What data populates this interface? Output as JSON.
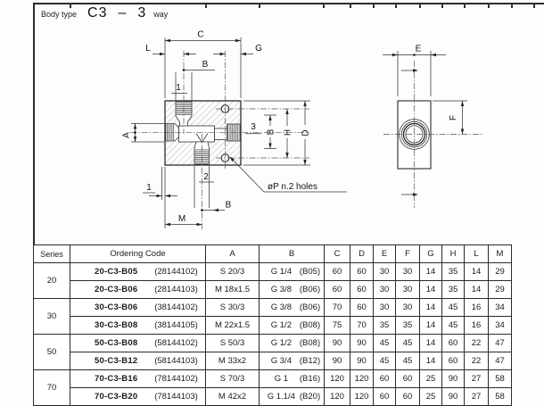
{
  "title": {
    "prefix": "Body type",
    "model": "C3",
    "dash": "–",
    "count": "3",
    "suffix": "way"
  },
  "drawing": {
    "dims": {
      "c": "C",
      "l": "L",
      "g": "G",
      "b_top": "B",
      "port1": "1",
      "a": "A",
      "port3": "3",
      "b_right": "B",
      "h": "H",
      "d": "D",
      "port2": "2",
      "offset1": "1",
      "b_bottom": "B",
      "m": "M",
      "e": "E",
      "f": "F"
    },
    "note": "øP n.2 holes"
  },
  "table": {
    "headers": [
      "Series",
      "Ordering Code",
      "A",
      "B",
      "C",
      "D",
      "E",
      "F",
      "G",
      "H",
      "L",
      "M"
    ],
    "groups": [
      {
        "series": "20",
        "rows": [
          {
            "code": "20-C3-B05",
            "num": "(28144102)",
            "a": "S 20/3",
            "b": "G 1/4",
            "b_code": "(B05)",
            "c": "60",
            "d": "60",
            "e": "30",
            "f": "30",
            "g": "14",
            "h": "35",
            "l": "14",
            "m": "29"
          },
          {
            "code": "20-C3-B06",
            "num": "(28144103)",
            "a": "M 18x1.5",
            "b": "G 3/8",
            "b_code": "(B06)",
            "c": "60",
            "d": "60",
            "e": "30",
            "f": "30",
            "g": "14",
            "h": "35",
            "l": "14",
            "m": "29"
          }
        ]
      },
      {
        "series": "30",
        "rows": [
          {
            "code": "30-C3-B06",
            "num": "(38144102)",
            "a": "S 30/3",
            "b": "G 3/8",
            "b_code": "(B06)",
            "c": "70",
            "d": "60",
            "e": "30",
            "f": "30",
            "g": "14",
            "h": "45",
            "l": "16",
            "m": "34"
          },
          {
            "code": "30-C3-B08",
            "num": "(38144105)",
            "a": "M 22x1.5",
            "b": "G 1/2",
            "b_code": "(B08)",
            "c": "75",
            "d": "70",
            "e": "35",
            "f": "35",
            "g": "14",
            "h": "45",
            "l": "16",
            "m": "34"
          }
        ]
      },
      {
        "series": "50",
        "rows": [
          {
            "code": "50-C3-B08",
            "num": "(58144102)",
            "a": "S 50/3",
            "b": "G 1/2",
            "b_code": "(B08)",
            "c": "90",
            "d": "90",
            "e": "45",
            "f": "45",
            "g": "14",
            "h": "60",
            "l": "22",
            "m": "47"
          },
          {
            "code": "50-C3-B12",
            "num": "(58144103)",
            "a": "M 33x2",
            "b": "G 3/4",
            "b_code": "(B12)",
            "c": "90",
            "d": "90",
            "e": "45",
            "f": "45",
            "g": "14",
            "h": "60",
            "l": "22",
            "m": "47"
          }
        ]
      },
      {
        "series": "70",
        "rows": [
          {
            "code": "70-C3-B16",
            "num": "(78144102)",
            "a": "S 70/3",
            "b": "G 1",
            "b_code": "(B16)",
            "c": "120",
            "d": "120",
            "e": "60",
            "f": "60",
            "g": "25",
            "h": "90",
            "l": "27",
            "m": "58"
          },
          {
            "code": "70-C3-B20",
            "num": "(78144103)",
            "a": "M 42x2",
            "b": "G 1.1/4",
            "b_code": "(B20)",
            "c": "120",
            "d": "120",
            "e": "60",
            "f": "60",
            "g": "25",
            "h": "90",
            "l": "27",
            "m": "58"
          }
        ]
      }
    ]
  }
}
